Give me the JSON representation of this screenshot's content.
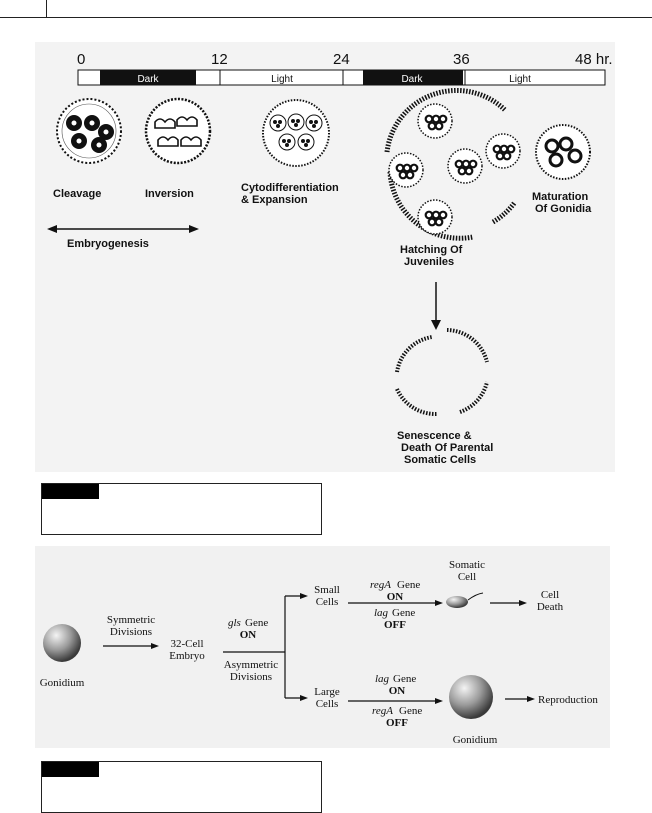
{
  "timeline": {
    "ticks": [
      "0",
      "12",
      "24",
      "36",
      "48 hr."
    ],
    "segments": [
      "Dark",
      "Light",
      "Dark",
      "Light"
    ]
  },
  "stages": {
    "cleavage": "Cleavage",
    "inversion": "Inversion",
    "cyto_line1": "Cytodifferentiation",
    "cyto_line2": "& Expansion",
    "hatching_line1": "Hatching Of",
    "hatching_line2": "Juveniles",
    "maturation_line1": "Maturation",
    "maturation_line2": "Of Gonidia",
    "embryogenesis": "Embryogenesis",
    "senescence_line1": "Senescence &",
    "senescence_line2": "Death Of Parental",
    "senescence_line3": "Somatic Cells"
  },
  "pathway": {
    "gonidium_start": "Gonidium",
    "symmetric_line1": "Symmetric",
    "symmetric_line2": "Divisions",
    "embryo_line1": "32-Cell",
    "embryo_line2": "Embryo",
    "gls_gene": "gls",
    "gls_gene_word": "Gene",
    "gls_on": "ON",
    "asymmetric_line1": "Asymmetric",
    "asymmetric_line2": "Divisions",
    "small_line1": "Small",
    "small_line2": "Cells",
    "large_line1": "Large",
    "large_line2": "Cells",
    "rega_name": "regA",
    "gene_word": "Gene",
    "on": "ON",
    "off": "OFF",
    "lag_name": "lag",
    "somatic_line1": "Somatic",
    "somatic_line2": "Cell",
    "death_line1": "Cell",
    "death_line2": "Death",
    "gonidium_end": "Gonidium",
    "reproduction": "Reproduction"
  },
  "colors": {
    "dark_segment": "#111111",
    "light_segment": "#ffffff",
    "ink": "#111111"
  }
}
